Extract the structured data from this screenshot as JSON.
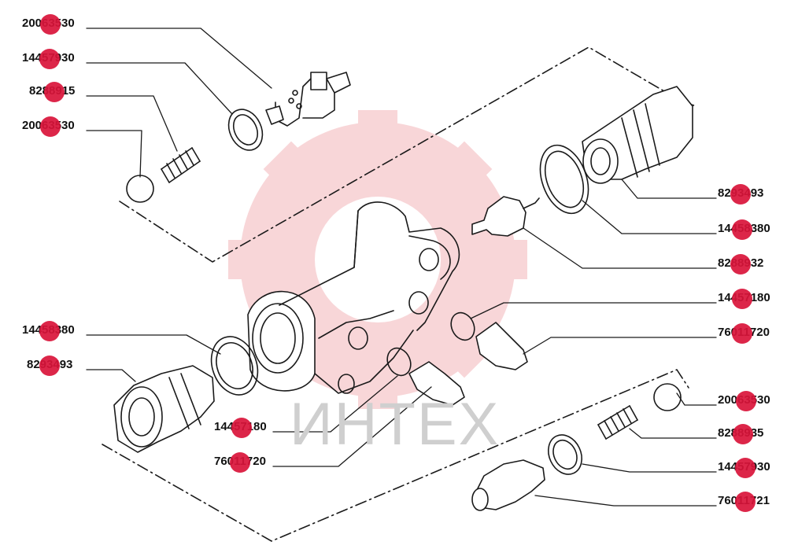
{
  "diagram": {
    "watermark_text": "ИНТЕХ",
    "colors": {
      "ink": "#1a1a1a",
      "marker": "#d9143a",
      "watermark_gear": "#f6c9cc",
      "watermark_text": "#cfcfcf"
    },
    "labels": [
      {
        "id": "l1",
        "text": "20063530"
      },
      {
        "id": "l2",
        "text": "14457930"
      },
      {
        "id": "l3",
        "text": "8288915"
      },
      {
        "id": "l4",
        "text": "20063530"
      },
      {
        "id": "l5",
        "text": "14458380"
      },
      {
        "id": "l6",
        "text": "8293493"
      },
      {
        "id": "l7",
        "text": "8293493"
      },
      {
        "id": "l8",
        "text": "14458380"
      },
      {
        "id": "l9",
        "text": "8288932"
      },
      {
        "id": "l10",
        "text": "14457180"
      },
      {
        "id": "l11",
        "text": "76011720"
      },
      {
        "id": "l12",
        "text": "14457180"
      },
      {
        "id": "l13",
        "text": "76011720"
      },
      {
        "id": "l14",
        "text": "20063530"
      },
      {
        "id": "l15",
        "text": "8288935"
      },
      {
        "id": "l16",
        "text": "14457930"
      },
      {
        "id": "l17",
        "text": "76011721"
      }
    ]
  }
}
